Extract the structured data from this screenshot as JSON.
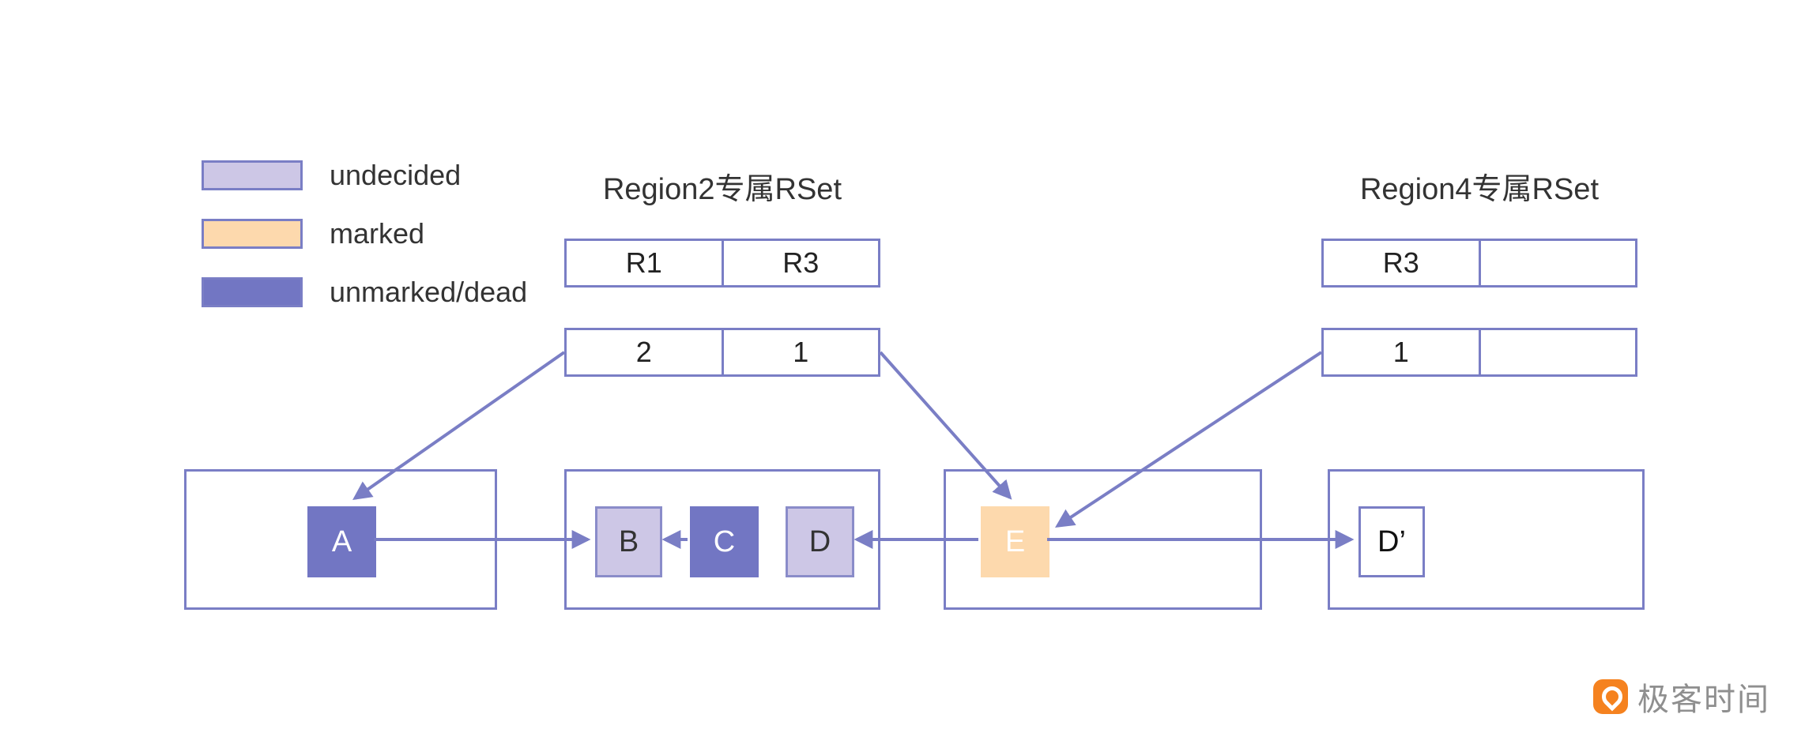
{
  "legend": {
    "items": [
      {
        "label": "undecided",
        "color": "#cdc7e6"
      },
      {
        "label": "marked",
        "color": "#fdd9ad"
      },
      {
        "label": "unmarked/dead",
        "color": "#7276c3"
      }
    ]
  },
  "rset_region2": {
    "title": "Region2专属RSet",
    "header": [
      "R1",
      "R3"
    ],
    "values": [
      "2",
      "1"
    ]
  },
  "rset_region4": {
    "title": "Region4专属RSet",
    "header": [
      "R3",
      ""
    ],
    "values": [
      "1",
      ""
    ]
  },
  "objects": {
    "a": "A",
    "b": "B",
    "c": "C",
    "d": "D",
    "e": "E",
    "d_prime": "D’"
  },
  "watermark": {
    "text": "极客时间"
  },
  "colors": {
    "outline": "#7a7ec5",
    "undecided_fill": "#cdc7e6",
    "marked_fill": "#fdd9ad",
    "unmarked_fill": "#7276c3",
    "logo_orange": "#f5821f"
  }
}
